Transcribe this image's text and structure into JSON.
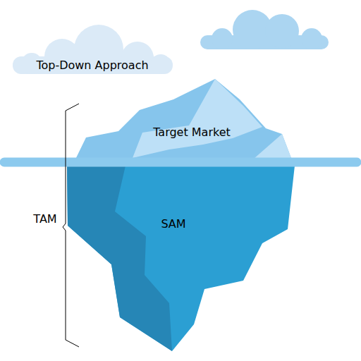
{
  "diagram": {
    "nodes": [
      {
        "text": [
          "Top-Down Approach"
        ]
      },
      {
        "text": [
          "Target Market"
        ]
      },
      {
        "text": [
          "SAM"
        ]
      }
    ],
    "labels": [
      "TAM"
    ]
  }
}
